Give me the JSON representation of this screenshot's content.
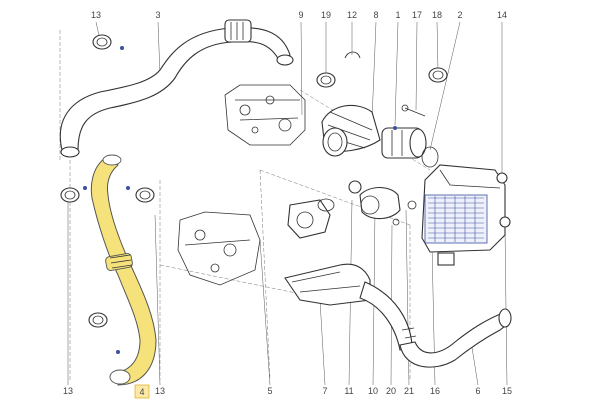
{
  "diagram": {
    "part_numbers": {
      "p13_top": "13",
      "p3": "3",
      "p9": "9",
      "p19": "19",
      "p12": "12",
      "p8_top": "8",
      "p1": "1",
      "p17": "17",
      "p18": "18",
      "p2": "2",
      "p14": "14",
      "p13_bl": "13",
      "p4": "4",
      "p13_bm": "13",
      "p5": "5",
      "p7": "7",
      "p11": "11",
      "p10": "10",
      "p20": "20",
      "p21": "21",
      "p16": "16",
      "p6": "6",
      "p15": "15"
    },
    "highlight_color": "#f5e27a",
    "line_color": "#333333",
    "accent_color": "#3b4fa0"
  }
}
